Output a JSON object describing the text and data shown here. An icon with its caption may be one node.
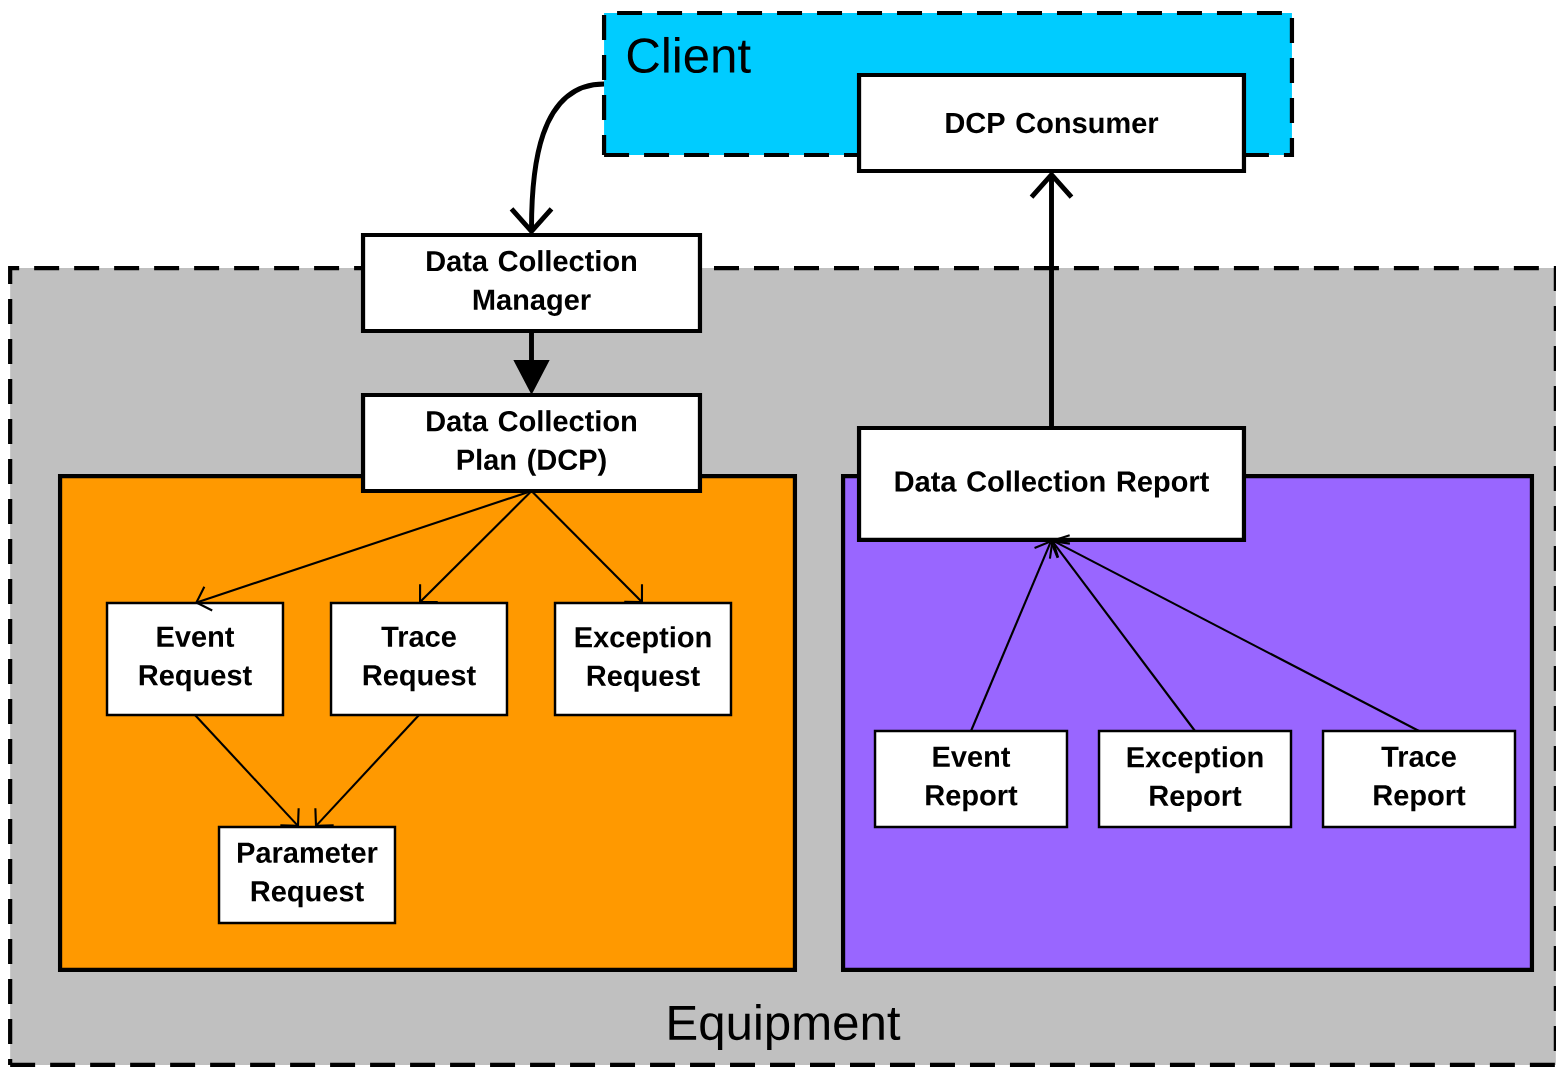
{
  "diagram": {
    "nodes": [
      {
        "text": [
          "Client"
        ]
      },
      {
        "text": [
          "DCP Consumer"
        ]
      },
      {
        "text": [
          "Equipment"
        ]
      },
      {
        "text": [
          "Data Collection Manager"
        ]
      },
      {
        "text": [
          "Data Collection Plan (DCP)"
        ],
        "in": 2
      },
      {
        "text": [],
        "shape": "box",
        "in": 2
      },
      {
        "text": [
          "Event Request"
        ],
        "in": 5
      },
      {
        "text": [
          "Trace Request"
        ],
        "in": 5
      },
      {
        "text": [
          "Exception Request"
        ],
        "in": 5
      },
      {
        "text": [
          "Parameter Request"
        ],
        "in": 5
      },
      {
        "text": [
          "Data Collection Report"
        ],
        "in": 2
      },
      {
        "text": [],
        "shape": "box",
        "in": 2
      },
      {
        "text": [
          "Event Report"
        ],
        "in": 11
      },
      {
        "text": [
          "Exception Report"
        ],
        "in": 11
      },
      {
        "text": [
          "Trace Report"
        ],
        "in": 11
      }
    ],
    "edges": [
      {
        "from": 0,
        "to": 3,
        "arrow": "to",
        "style": "thick"
      },
      {
        "from": 3,
        "to": 4,
        "arrow": "to",
        "style": "thick"
      },
      {
        "from": 10,
        "to": 1,
        "arrow": "to",
        "style": "thick"
      },
      {
        "from": 4,
        "to": 6,
        "arrow": "to"
      },
      {
        "from": 4,
        "to": 7,
        "arrow": "to"
      },
      {
        "from": 4,
        "to": 8,
        "arrow": "to"
      },
      {
        "from": 6,
        "to": 9,
        "arrow": "to"
      },
      {
        "from": 7,
        "to": 9,
        "arrow": "to"
      },
      {
        "from": 12,
        "to": 10,
        "arrow": "to"
      },
      {
        "from": 13,
        "to": 10,
        "arrow": "to"
      },
      {
        "from": 14,
        "to": 10,
        "arrow": "to"
      }
    ]
  }
}
